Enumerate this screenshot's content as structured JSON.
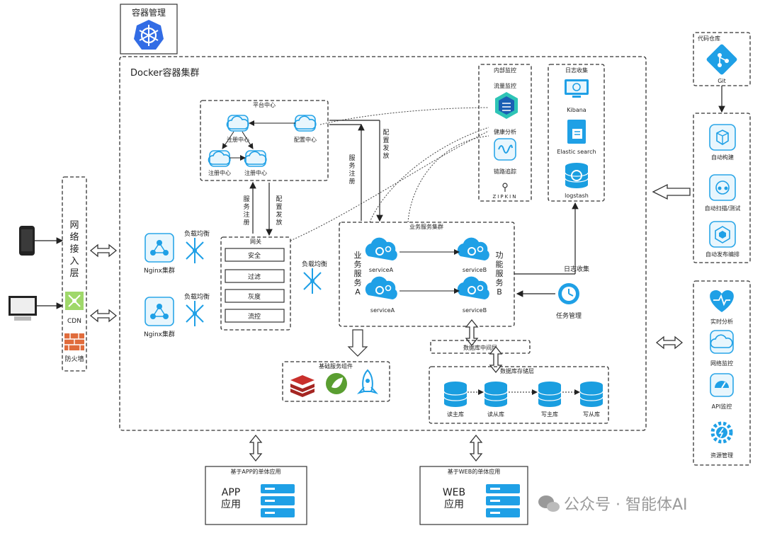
{
  "container_mgmt": {
    "title": "容器管理"
  },
  "docker_cluster": {
    "title": "Docker容器集群"
  },
  "network_layer": {
    "title": "网络接入层",
    "cdn": "CDN",
    "firewall": "防火墙"
  },
  "platform_center": {
    "title": "平台中心",
    "registry_top": "注册中心",
    "registry_left": "注册中心",
    "registry_right": "注册中心",
    "config_center": "配置中心"
  },
  "edge_labels": {
    "service_register": "服务注册",
    "config_push": "配置发放",
    "service_register2": "服务注册",
    "config_push2": "配置发放",
    "load_balance_1": "负载均衡",
    "load_balance_2": "负载均衡",
    "load_balance_3": "负载均衡",
    "log_collect": "日志收集"
  },
  "nginx": {
    "top": "Nginx集群",
    "bottom": "Nginx集群"
  },
  "gateway": {
    "title": "网关",
    "items": [
      "安全",
      "过滤",
      "灰度",
      "流控"
    ]
  },
  "business_cluster": {
    "title": "业务服务集群",
    "group_a": "业务服务A",
    "group_b": "功能服务B",
    "service_a1": "serviceA",
    "service_b1": "serviceB",
    "service_a2": "serviceA",
    "service_b2": "serviceB"
  },
  "task_mgmt": "任务管理",
  "base_components": {
    "title": "基础服务组件"
  },
  "db_middleware": "数据库中间层",
  "db_storage": {
    "title": "数据库存储层",
    "items": [
      "读主库",
      "读从库",
      "写主库",
      "写从库"
    ]
  },
  "internal_monitor": {
    "title": "内部监控",
    "traffic": "流量监控",
    "health": "健康分析",
    "tracing": "链路追踪",
    "zipkin": "ZIPKIN"
  },
  "log_collection": {
    "title": "日志收集",
    "kibana": "Kibana",
    "elastic": "Elastic search",
    "logstash": "logstash"
  },
  "code_repo": {
    "title": "代码仓库",
    "git": "Git"
  },
  "cicd": {
    "build": "自动构建",
    "scan": "自动扫描/测试",
    "deploy": "自动发布编排"
  },
  "ops": {
    "realtime": "实时分析",
    "network": "网络监控",
    "api": "API监控",
    "resource": "资源管理"
  },
  "app_mono": {
    "title": "基于APP的单体应用",
    "name": "APP应用"
  },
  "web_mono": {
    "title": "基于WEB的单体应用",
    "name": "WEB应用"
  },
  "watermark": "公众号 · 智能体AI",
  "colors": {
    "accent": "#1fa0e6",
    "db": "#1a9ee0",
    "redis": "#c9302c",
    "spring": "#5a9e31"
  }
}
